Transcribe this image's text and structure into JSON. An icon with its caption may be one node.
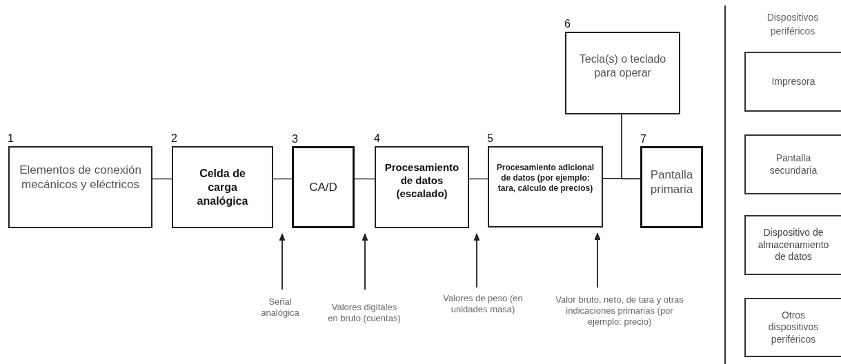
{
  "diagram": {
    "nodes": [
      {
        "text": [
          "1",
          "Elementos de conexión mecánicos y eléctricos"
        ]
      },
      {
        "text": [
          "2",
          "Celda de carga analógica"
        ]
      },
      {
        "text": [
          "3",
          "CA/D"
        ]
      },
      {
        "text": [
          "4",
          "Procesamiento de datos (escalado)"
        ]
      },
      {
        "text": [
          "5",
          "Procesamiento adicional de datos (por ejemplo: tara, cálculo de precios)"
        ]
      },
      {
        "text": [
          "6",
          "Tecla(s) o teclado para operar"
        ]
      },
      {
        "text": [
          "7",
          "Pantalla primaria"
        ]
      },
      {
        "text": [
          "Señal analógica"
        ]
      },
      {
        "text": [
          "Valores digitales en bruto (cuentas)"
        ]
      },
      {
        "text": [
          "Valores de peso (en unidades masa)"
        ]
      },
      {
        "text": [
          "Valor bruto, neto, de tara y otras indicaciones primarias (por ejemplo: precio)"
        ]
      },
      {
        "text": [
          "Impresora"
        ]
      },
      {
        "text": [
          "Pantalla secundaria"
        ]
      },
      {
        "text": [
          "Dispositivo de almacenamiento de datos"
        ]
      },
      {
        "text": [
          "Otros dispositivos periféricos"
        ]
      }
    ],
    "edges": [
      {
        "from": 0,
        "to": 1,
        "arrow": "none"
      },
      {
        "from": 1,
        "to": 2,
        "arrow": "none"
      },
      {
        "from": 2,
        "to": 3,
        "arrow": "none"
      },
      {
        "from": 3,
        "to": 4,
        "arrow": "none"
      },
      {
        "from": 4,
        "to": 6,
        "arrow": "none"
      },
      {
        "from": 5,
        "to": 4,
        "arrow": "none"
      },
      {
        "from": 5,
        "to": 6,
        "arrow": "none"
      },
      {
        "from": 7,
        "to": 1,
        "arrow": "to"
      },
      {
        "from": 8,
        "to": 2,
        "arrow": "to"
      },
      {
        "from": 9,
        "to": 3,
        "arrow": "to"
      },
      {
        "from": 10,
        "to": 4,
        "arrow": "to"
      }
    ],
    "labels": [
      "Dispositivos periféricos"
    ]
  }
}
